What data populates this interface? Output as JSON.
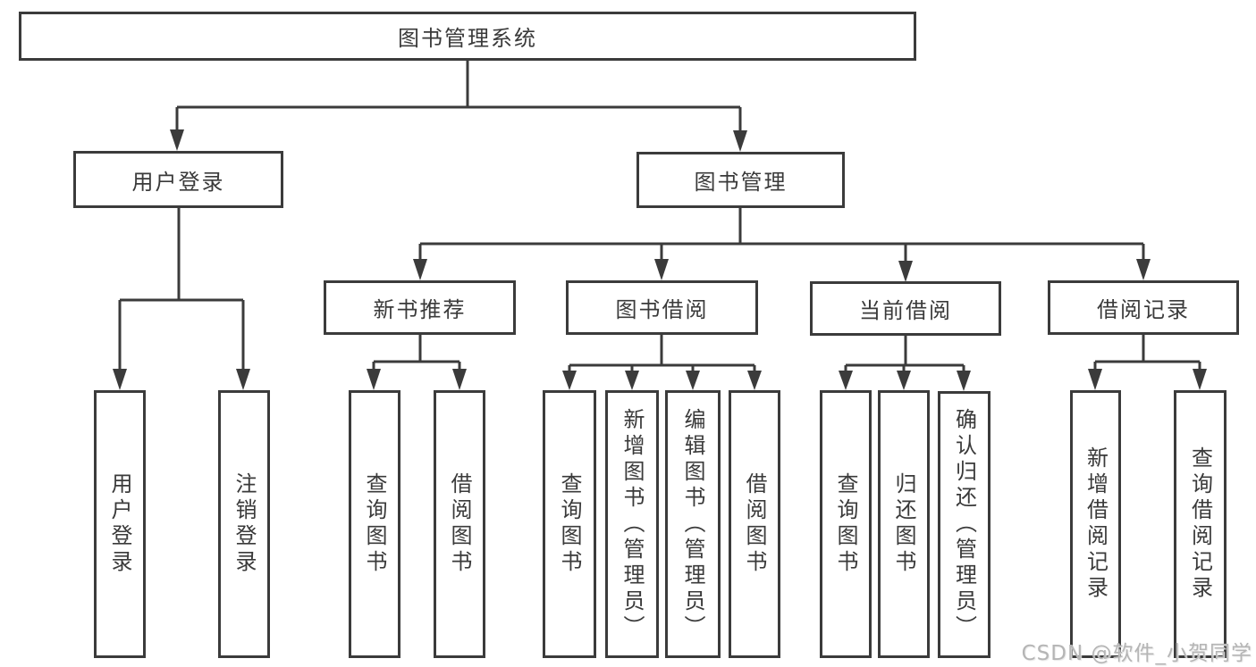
{
  "diagram": {
    "root": "图书管理系统",
    "level1": {
      "user_login": "用户登录",
      "book_mgmt": "图书管理"
    },
    "level2": {
      "new_books": "新书推荐",
      "book_borrow": "图书借阅",
      "current_borrow": "当前借阅",
      "borrow_records": "借阅记录"
    },
    "leaves": {
      "user_login": [
        "用户登录",
        "注销登录"
      ],
      "new_books": [
        "查询图书",
        "借阅图书"
      ],
      "book_borrow": [
        "查询图书",
        "新增图书（管理员）",
        "编辑图书（管理员）",
        "借阅图书"
      ],
      "current_borrow": [
        "查询图书",
        "归还图书",
        "确认归还（管理员）"
      ],
      "borrow_records": [
        "新增借阅记录",
        "查询借阅记录"
      ]
    }
  },
  "watermark": "CSDN @软件_小贺同学",
  "colors": {
    "line": "#3b3b3b",
    "text": "#3a3a3a",
    "watermark": "#b5b5b5",
    "background": "#ffffff"
  }
}
